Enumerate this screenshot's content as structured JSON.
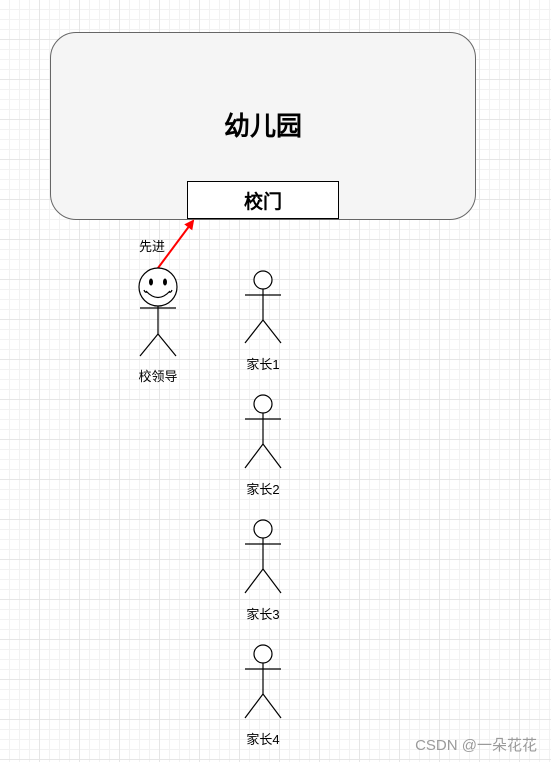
{
  "diagram": {
    "kindergarten": "幼儿园",
    "gate": "校门",
    "arrow_label": "先进",
    "actors": {
      "leader": "校领导",
      "parent1": "家长1",
      "parent2": "家长2",
      "parent3": "家长3",
      "parent4": "家长4"
    },
    "arrow_color": "#ff0000"
  },
  "watermark": "CSDN @一朵花花"
}
